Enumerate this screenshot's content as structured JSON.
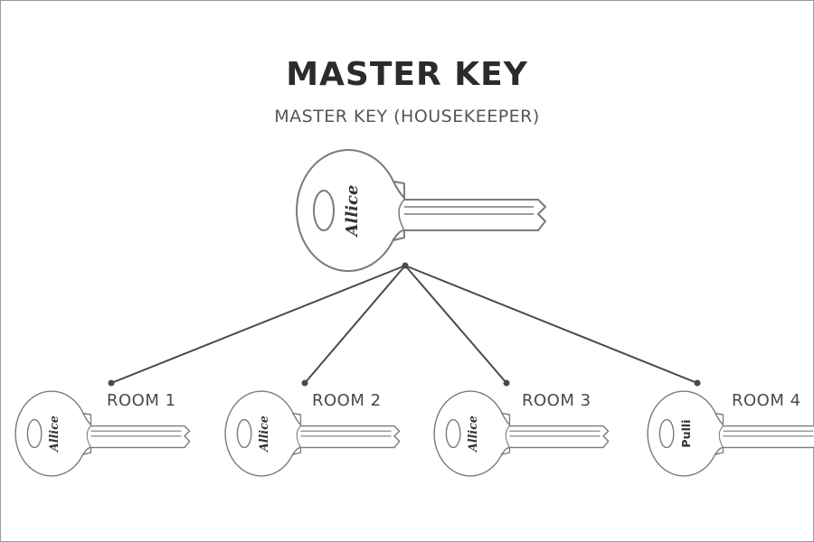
{
  "title": "MASTER KEY",
  "subtitle": "MASTER KEY (HOUSEKEEPER)",
  "master_key": {
    "brand": "Allice"
  },
  "rooms": [
    {
      "label": "ROOM 1",
      "brand": "Allice"
    },
    {
      "label": "ROOM 2",
      "brand": "Allice"
    },
    {
      "label": "ROOM 3",
      "brand": "Allice"
    },
    {
      "label": "ROOM 4",
      "brand": "Pulli"
    }
  ],
  "colors": {
    "line": "#4a4a4a",
    "key_outline": "#7a7a7a",
    "title": "#2b2b2b"
  }
}
